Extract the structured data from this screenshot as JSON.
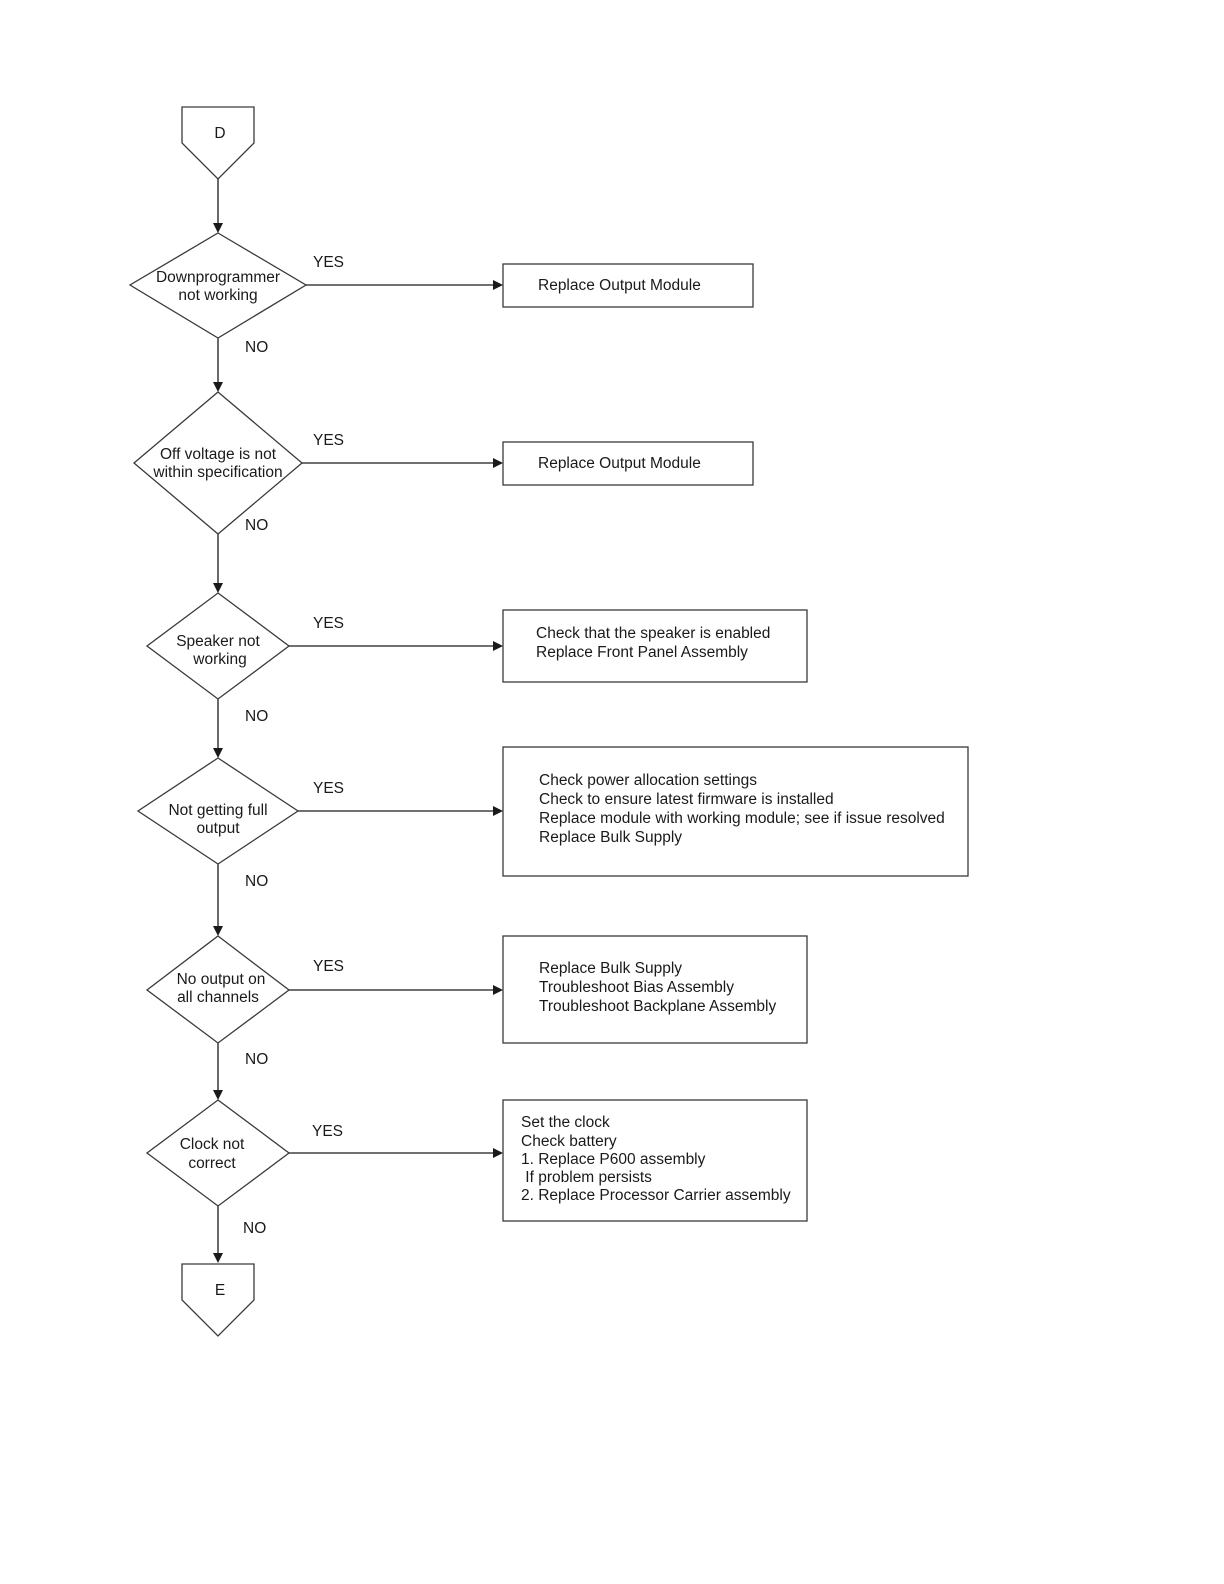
{
  "connectors": {
    "start": "D",
    "end": "E"
  },
  "branch_labels": {
    "yes": "YES",
    "no": "NO"
  },
  "steps": [
    {
      "decision": [
        "Downprogrammer",
        "not working"
      ],
      "action": [
        "Replace Output Module"
      ]
    },
    {
      "decision": [
        "Off voltage is not",
        "within specification"
      ],
      "action": [
        "Replace Output Module"
      ]
    },
    {
      "decision": [
        "Speaker not",
        "working"
      ],
      "action": [
        "Check that the speaker is enabled",
        "Replace Front Panel Assembly"
      ]
    },
    {
      "decision": [
        "Not getting full",
        "output"
      ],
      "action": [
        "Check power allocation settings",
        "Check to ensure latest firmware is installed",
        "Replace module with working module; see if issue resolved",
        "Replace Bulk Supply"
      ]
    },
    {
      "decision": [
        "No output on",
        "all channels"
      ],
      "action": [
        "Replace Bulk Supply",
        "Troubleshoot Bias Assembly",
        "Troubleshoot Backplane Assembly"
      ]
    },
    {
      "decision": [
        "Clock not",
        "correct"
      ],
      "action": [
        "Set the clock",
        "Check battery",
        "1. Replace P600 assembly",
        " If problem persists",
        "2. Replace Processor Carrier assembly"
      ]
    }
  ]
}
